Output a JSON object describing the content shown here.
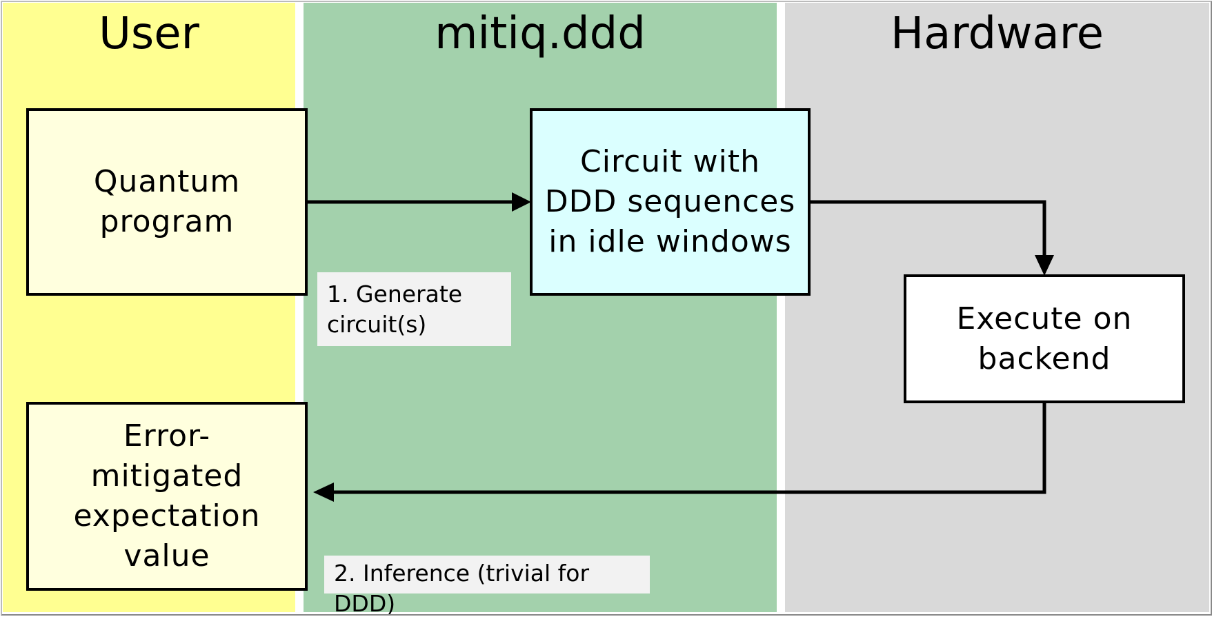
{
  "lanes": {
    "user": {
      "title": "User",
      "color": "#ffff91"
    },
    "mitiq": {
      "title": "mitiq.ddd",
      "color": "#a3d1ac"
    },
    "hardware": {
      "title": "Hardware",
      "color": "#d9d9d9"
    }
  },
  "boxes": {
    "quantum_program": {
      "text": "Quantum\nprogram",
      "color": "#ffffde"
    },
    "ddd_circuit": {
      "text": "Circuit with\nDDD sequences\nin idle windows",
      "color": "#dbffff"
    },
    "execute": {
      "text": "Execute on\nbackend",
      "color": "#ffffff"
    },
    "error_mitigated": {
      "text": "Error-\nmitigated\nexpectation\nvalue",
      "color": "#ffffde"
    }
  },
  "steps": {
    "generate": "1. Generate\ncircuit(s)",
    "inference": "2. Inference (trivial for DDD)"
  },
  "colors": {
    "arrow": "#000000",
    "step_label_bg": "#f2f2f2"
  }
}
